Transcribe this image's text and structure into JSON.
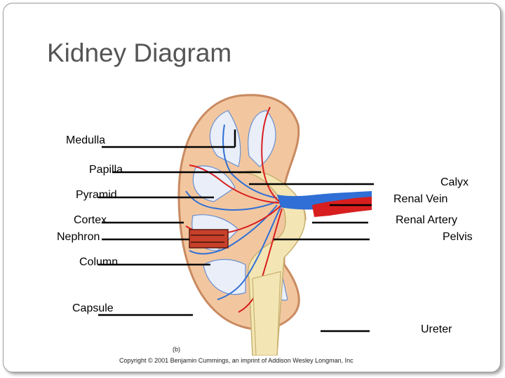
{
  "slide": {
    "title": "Kidney Diagram",
    "labels": {
      "medulla": "Medulla",
      "papilla": "Papilla",
      "pyramid": "Pyramid",
      "cortex": "Cortex",
      "nephron": "Nephron",
      "column": "Column",
      "capsule": "Capsule",
      "calyx": "Calyx",
      "renal_vein": "Renal Vein",
      "renal_artery": "Renal Artery",
      "pelvis": "Pelvis",
      "ureter": "Ureter"
    },
    "figure_tag": "(b)",
    "copyright": "Copyright © 2001 Benjamin Cummings, an imprint of Addison Wesley Longman, Inc"
  },
  "colors": {
    "cortex": "#f2c7a0",
    "vein": "#2f6fd6",
    "artery": "#d81e1e",
    "pelvis": "#f3e6b4",
    "nephron_box": "#c8402a"
  }
}
